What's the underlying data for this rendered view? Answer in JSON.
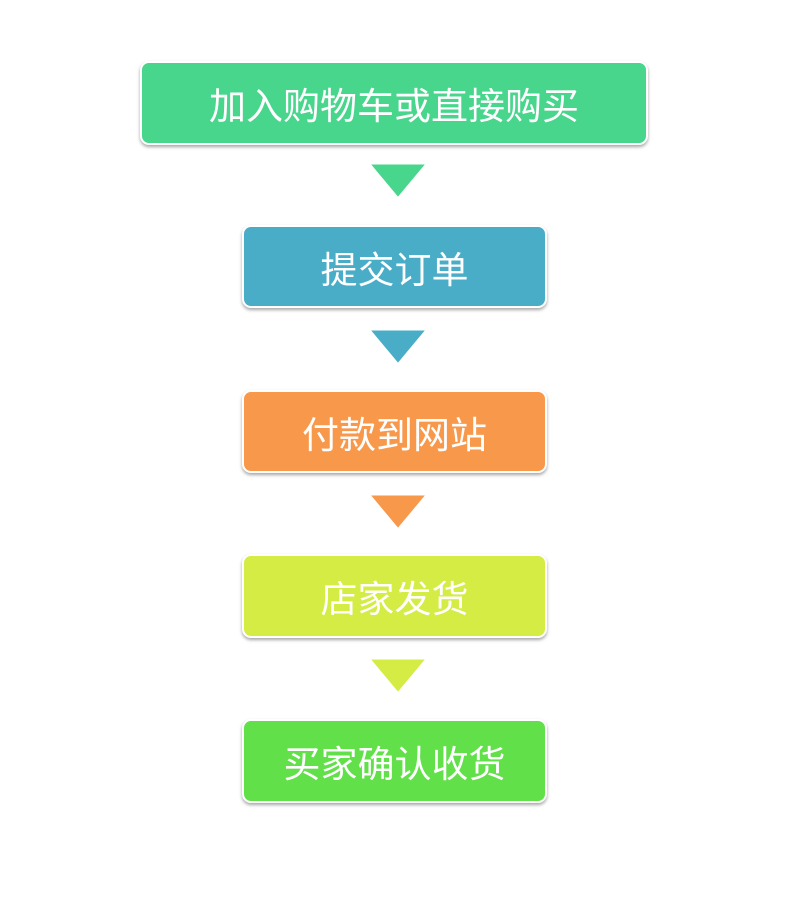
{
  "steps": [
    {
      "label": "加入购物车或直接购买",
      "color": "#48D58C"
    },
    {
      "label": "提交订单",
      "color": "#4AADC8"
    },
    {
      "label": "付款到网站",
      "color": "#F7984A"
    },
    {
      "label": "店家发货",
      "color": "#D4EC44"
    },
    {
      "label": "买家确认收货",
      "color": "#62E04A"
    }
  ]
}
